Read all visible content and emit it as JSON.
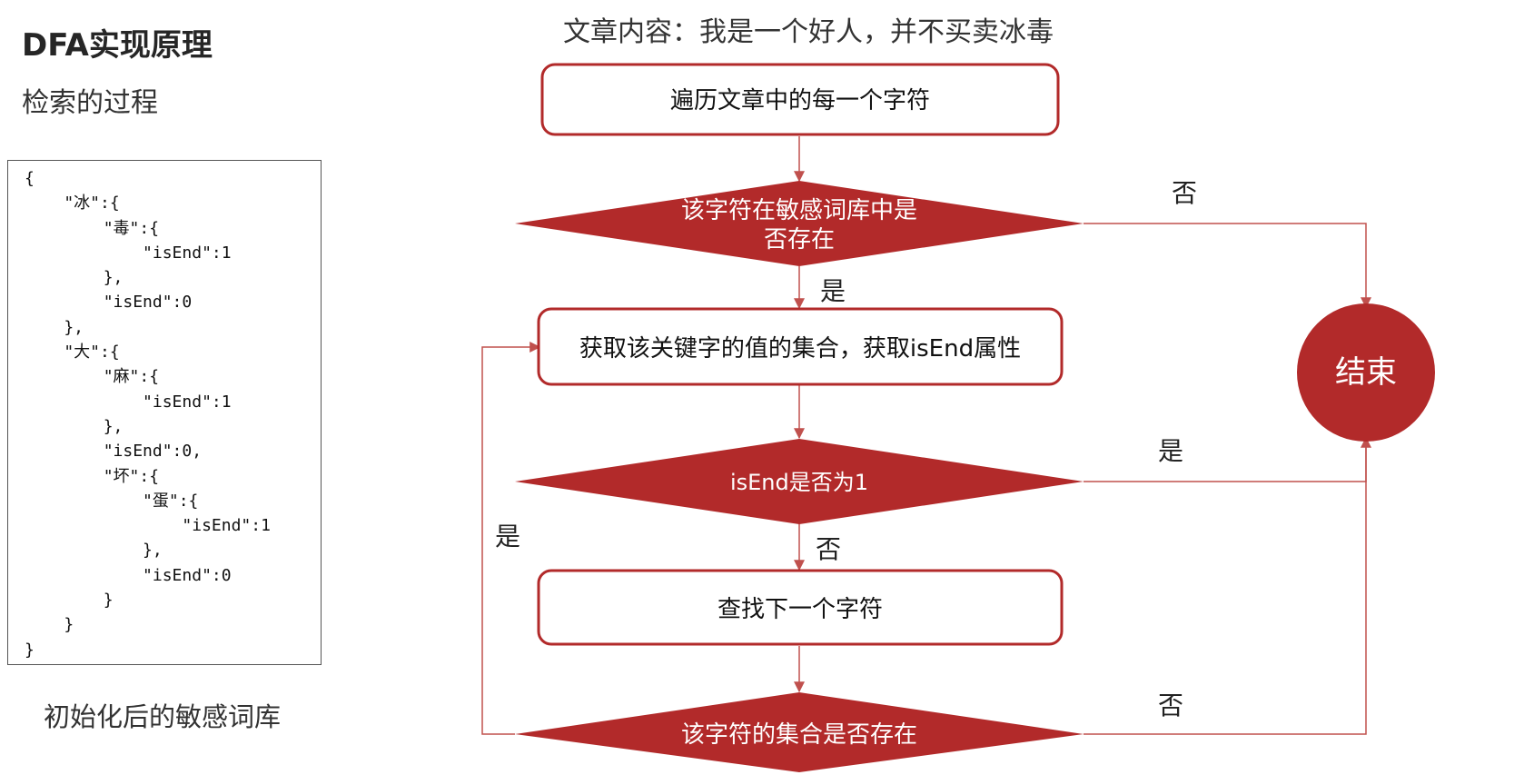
{
  "header": {
    "title": "DFA实现原理",
    "subtitle": "检索的过程"
  },
  "code": "{\n    \"冰\":{\n        \"毒\":{\n            \"isEnd\":1\n        },\n        \"isEnd\":0\n    },\n    \"大\":{\n        \"麻\":{\n            \"isEnd\":1\n        },\n        \"isEnd\":0,\n        \"坏\":{\n            \"蛋\":{\n                \"isEnd\":1\n            },\n            \"isEnd\":0\n        }\n    }\n}",
  "caption": "初始化后的敏感词库",
  "article": "文章内容：我是一个好人，并不买卖冰毒",
  "flowchart": {
    "step1": "遍历文章中的每一个字符",
    "decision1_line1": "该字符在敏感词库中是",
    "decision1_line2": "否存在",
    "step2": "获取该关键字的值的集合，获取isEnd属性",
    "decision2": "isEnd是否为1",
    "step3": "查找下一个字符",
    "decision3": "该字符的集合是否存在",
    "end": "结束",
    "label_yes_1": "是",
    "label_no_1": "否",
    "label_yes_2": "是",
    "label_no_2": "否",
    "label_yes_loop": "是",
    "label_no_3": "否"
  },
  "colors": {
    "accent": "#B22A2A",
    "line": "#C0504D"
  }
}
